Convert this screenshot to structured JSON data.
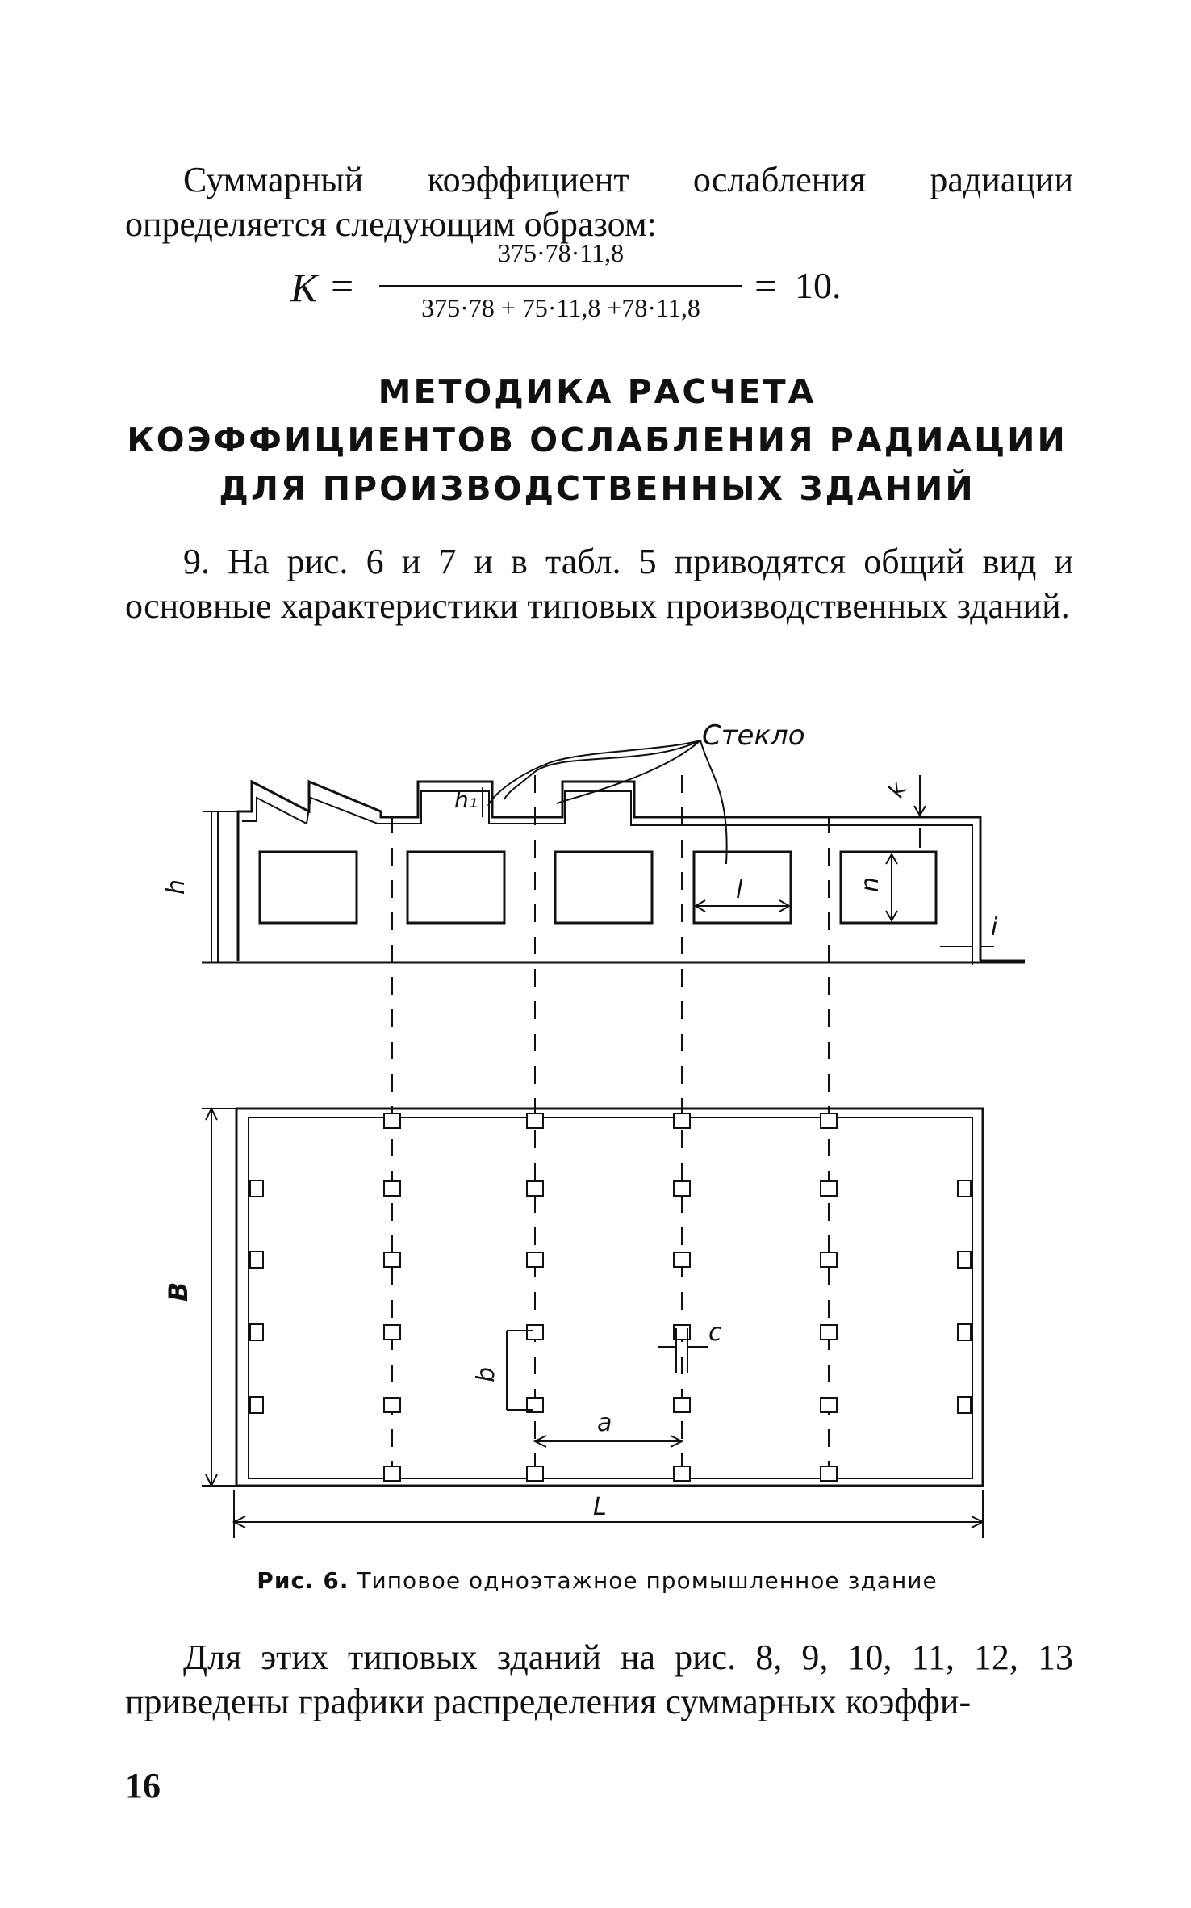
{
  "intro_paragraph": "Суммарный коэффициент ослабления радиации определяется следующим образом:",
  "formula": {
    "lhs": "K",
    "equals": "=",
    "numerator": "375·78·11,8",
    "denominator": "375·78 + 75·11,8 +78·11,8",
    "result": "10."
  },
  "section_heading": {
    "line1": "МЕТОДИКА РАСЧЕТА",
    "line2": "КОЭФФИЦИЕНТОВ ОСЛАБЛЕНИЯ РАДИАЦИИ",
    "line3": "ДЛЯ ПРОИЗВОДСТВЕННЫХ ЗДАНИЙ"
  },
  "paragraph_9": "9. На рис. 6 и 7 и в табл. 5 приводятся общий вид и основные характеристики типовых производственных зданий.",
  "figure": {
    "glass_label": "Стекло",
    "labels": {
      "h": "h",
      "h1": "h₁",
      "k": "k",
      "l": "l",
      "n": "n",
      "i": "i",
      "B": "B",
      "b": "b",
      "c": "c",
      "a": "a",
      "L": "L"
    },
    "caption_prefix": "Рис. 6.",
    "caption_text": "Типовое одноэтажное промышленное здание"
  },
  "closing_paragraph": "Для этих типовых зданий на рис. 8, 9, 10, 11, 12, 13 приведены графики распределения суммарных коэффи-",
  "page_number": "16"
}
